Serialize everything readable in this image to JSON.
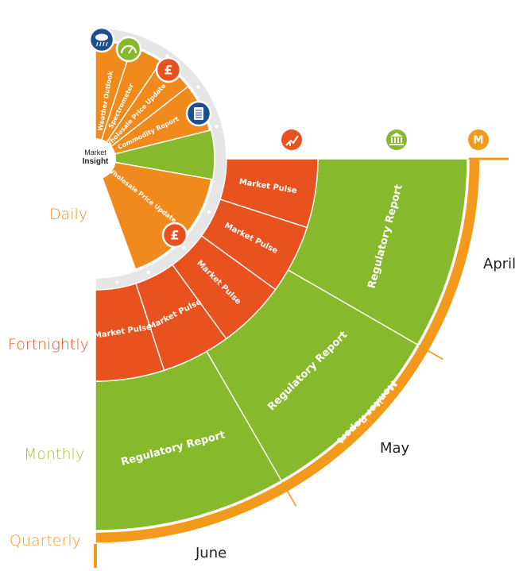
{
  "frequencies": {
    "daily": "Daily",
    "fortnightly": "Fortnightly",
    "monthly": "Monthly",
    "quarterly": "Quarterly"
  },
  "months": {
    "april": "April",
    "may": "May",
    "june": "June"
  },
  "center": {
    "top": "Market",
    "bottom": "Insight"
  },
  "daily_items": [
    {
      "label": "Weather Outlook",
      "icon": "weather-icon"
    },
    {
      "label": "Spectrometer",
      "icon": "gauge-icon"
    },
    {
      "label": "Wholesale Price Update",
      "icon": "pound-icon"
    },
    {
      "label": "Commodity Report",
      "icon": "document-icon"
    },
    {
      "label": "Wholesale Price Update",
      "icon": "pound-icon"
    }
  ],
  "fortnightly_label": "Market Pulse",
  "monthly_label": "Regulatory Report",
  "quarterly_label": "Monitor Report",
  "colors": {
    "daily": "#f08a1c",
    "fortnightly": "#e8521e",
    "monthly": "#86b92b",
    "quarterly": "#f39a1c",
    "ring": "#e6e6e6",
    "blue_icon": "#1b4f8e"
  },
  "top_icons": [
    {
      "name": "chart-up-icon",
      "color": "#e8521e"
    },
    {
      "name": "bank-icon",
      "color": "#86b92b"
    },
    {
      "name": "monitor-m-icon",
      "color": "#f39a1c",
      "text": "M"
    }
  ]
}
